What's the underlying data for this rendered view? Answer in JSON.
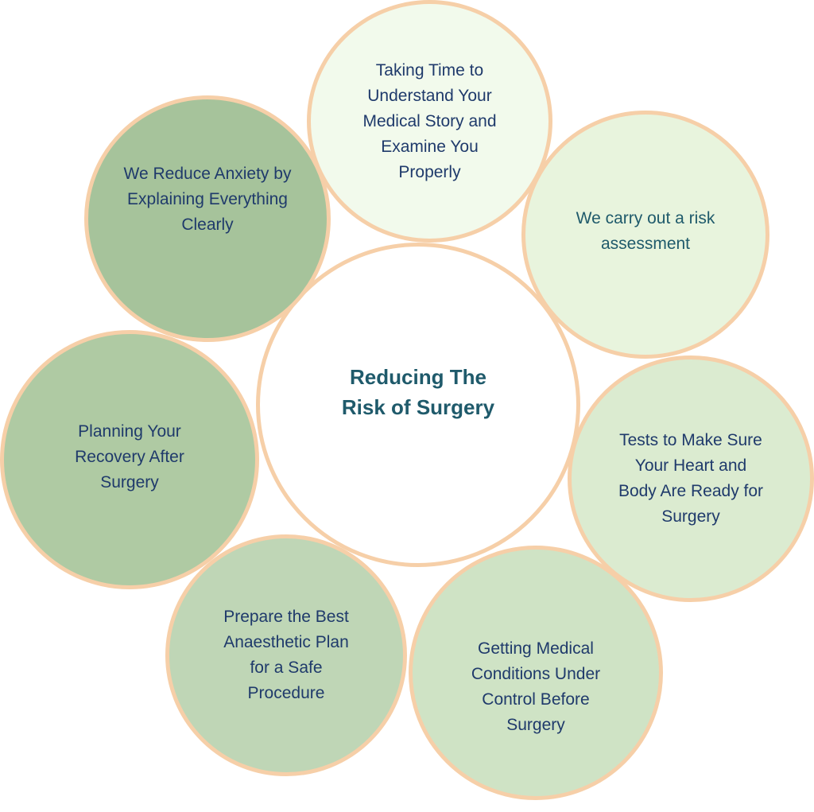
{
  "center": {
    "title": "Reducing The\nRisk of Surgery"
  },
  "nodes": [
    {
      "label": "Taking Time to\nUnderstand Your\nMedical Story and\nExamine You\nProperly",
      "fill": "#f2faec"
    },
    {
      "label": "We carry out a risk\nassessment",
      "fill": "#e8f4dd"
    },
    {
      "label": "Tests to Make Sure\nYour Heart and\nBody Are Ready for\nSurgery",
      "fill": "#dbebd0"
    },
    {
      "label": "Getting Medical\nConditions Under\nControl Before\nSurgery",
      "fill": "#cfe3c5"
    },
    {
      "label": "Prepare the Best\nAnaesthetic Plan\nfor a Safe\nProcedure",
      "fill": "#bfd6b6"
    },
    {
      "label": "Planning Your\nRecovery After\nSurgery",
      "fill": "#afcaa3"
    },
    {
      "label": "We Reduce Anxiety by\nExplaining Everything\nClearly",
      "fill": "#a6c39b"
    }
  ],
  "colors": {
    "border": "#f6cfa8",
    "text": "#1f3a6b",
    "center_text": "#1f5a6b"
  }
}
